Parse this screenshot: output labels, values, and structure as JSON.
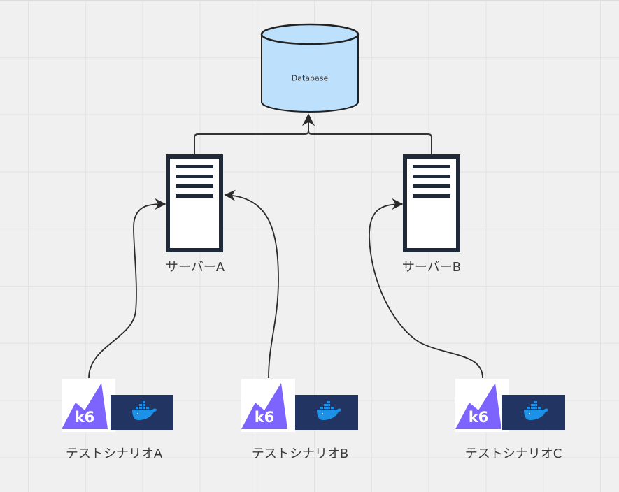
{
  "diagram": {
    "database": {
      "label": "Database",
      "fill": "#bde0fc",
      "stroke": "#222222",
      "icon": "database-cylinder-icon"
    },
    "servers": [
      {
        "id": "server-a",
        "label": "サーバーA",
        "icon": "server-rack-icon"
      },
      {
        "id": "server-b",
        "label": "サーバーB",
        "icon": "server-rack-icon"
      }
    ],
    "scenarios": [
      {
        "id": "scenario-a",
        "label": "テストシナリオA",
        "logos": [
          "k6-logo",
          "docker-logo"
        ],
        "target": "server-a"
      },
      {
        "id": "scenario-b",
        "label": "テストシナリオB",
        "logos": [
          "k6-logo",
          "docker-logo"
        ],
        "target": "server-a"
      },
      {
        "id": "scenario-c",
        "label": "テストシナリオC",
        "logos": [
          "k6-logo",
          "docker-logo"
        ],
        "target": "server-b"
      }
    ],
    "connections": [
      {
        "from": "server-a",
        "to": "database"
      },
      {
        "from": "server-b",
        "to": "database"
      },
      {
        "from": "scenario-a",
        "to": "server-a"
      },
      {
        "from": "scenario-b",
        "to": "server-a"
      },
      {
        "from": "scenario-c",
        "to": "server-b"
      }
    ],
    "k6_logo": {
      "text": "k6",
      "color": "#7d64ff"
    },
    "docker_logo": {
      "background": "#213462",
      "whale_color": "#1d91e6"
    },
    "server_color": "#1f2937",
    "background_color": "#f0f0f0"
  }
}
